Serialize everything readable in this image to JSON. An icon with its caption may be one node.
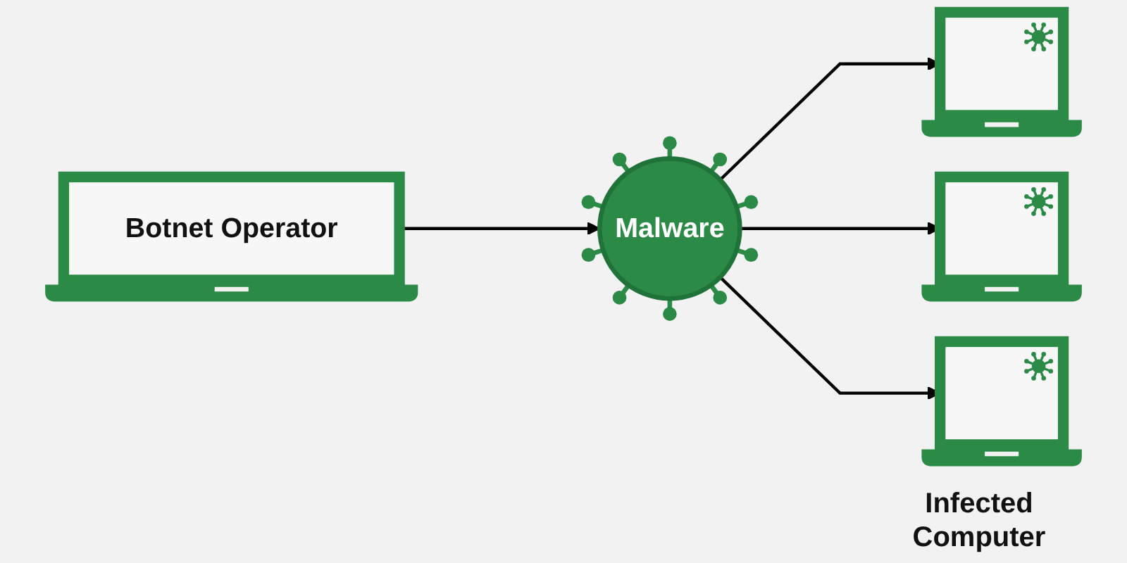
{
  "diagram": {
    "nodes": [
      {
        "text": [
          "Botnet Operator"
        ]
      },
      {
        "text": [
          "Malware"
        ]
      },
      {
        "text": [],
        "shape": "picture"
      },
      {
        "text": [],
        "shape": "picture"
      },
      {
        "text": [],
        "shape": "picture"
      }
    ],
    "edges": [
      {
        "from": 0,
        "to": 1,
        "arrow": "to"
      },
      {
        "from": 1,
        "to": 2,
        "arrow": "to"
      },
      {
        "from": 1,
        "to": 3,
        "arrow": "to"
      },
      {
        "from": 1,
        "to": 4,
        "arrow": "to"
      }
    ],
    "labels": [
      "Infected Computer"
    ]
  }
}
